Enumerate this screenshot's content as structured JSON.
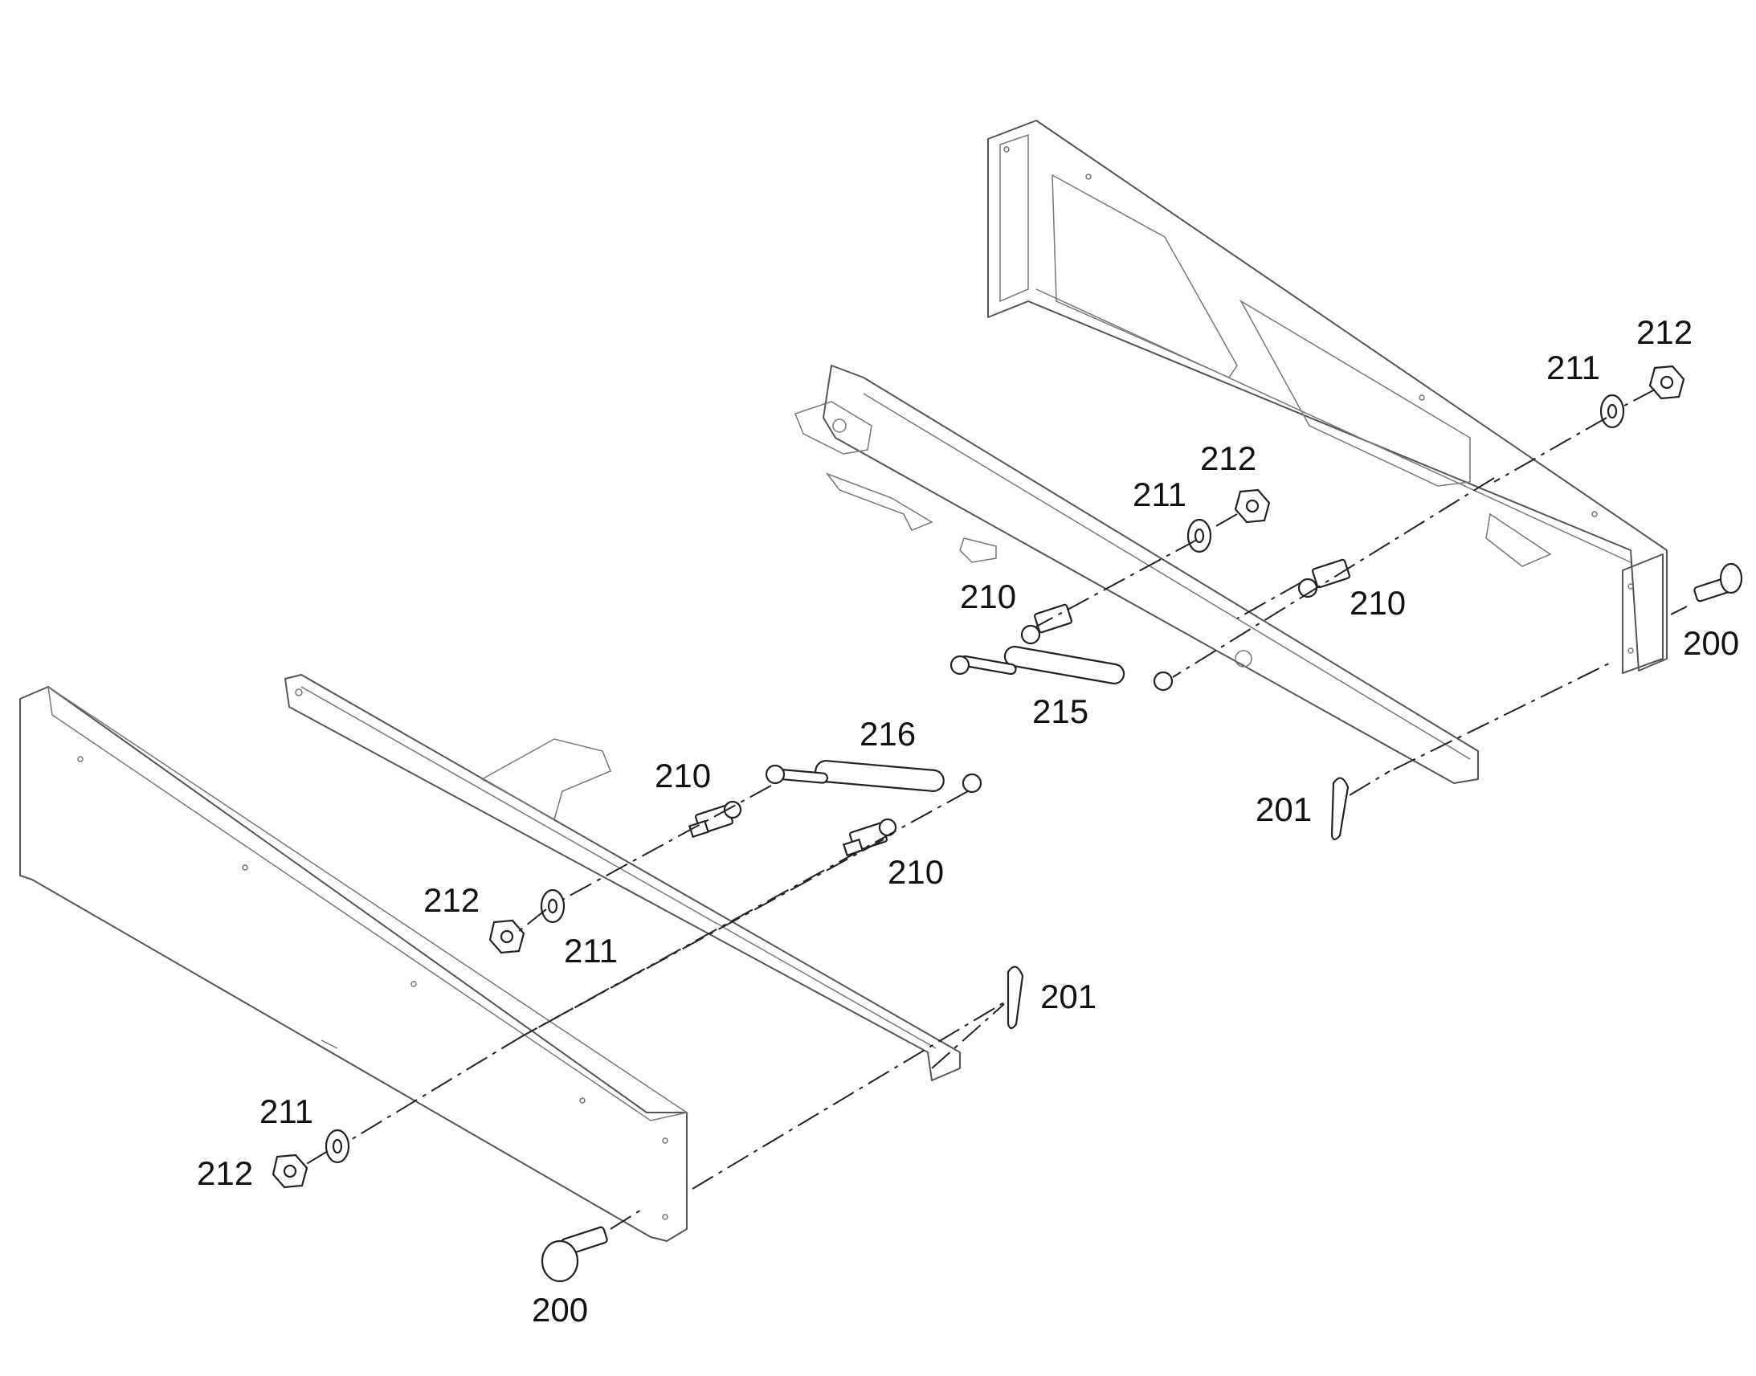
{
  "diagram": {
    "callouts": {
      "c200_right": "200",
      "c201_right": "201",
      "c210_a": "210",
      "c210_b": "210",
      "c211_top": "211",
      "c212_top": "212",
      "c211_mid": "211",
      "c212_mid": "212",
      "c215": "215",
      "c216": "216",
      "c210_c": "210",
      "c210_d": "210",
      "c212_lm": "212",
      "c211_lm": "211",
      "c201_left": "201",
      "c211_lb": "211",
      "c212_lb": "212",
      "c200_left": "200"
    }
  }
}
